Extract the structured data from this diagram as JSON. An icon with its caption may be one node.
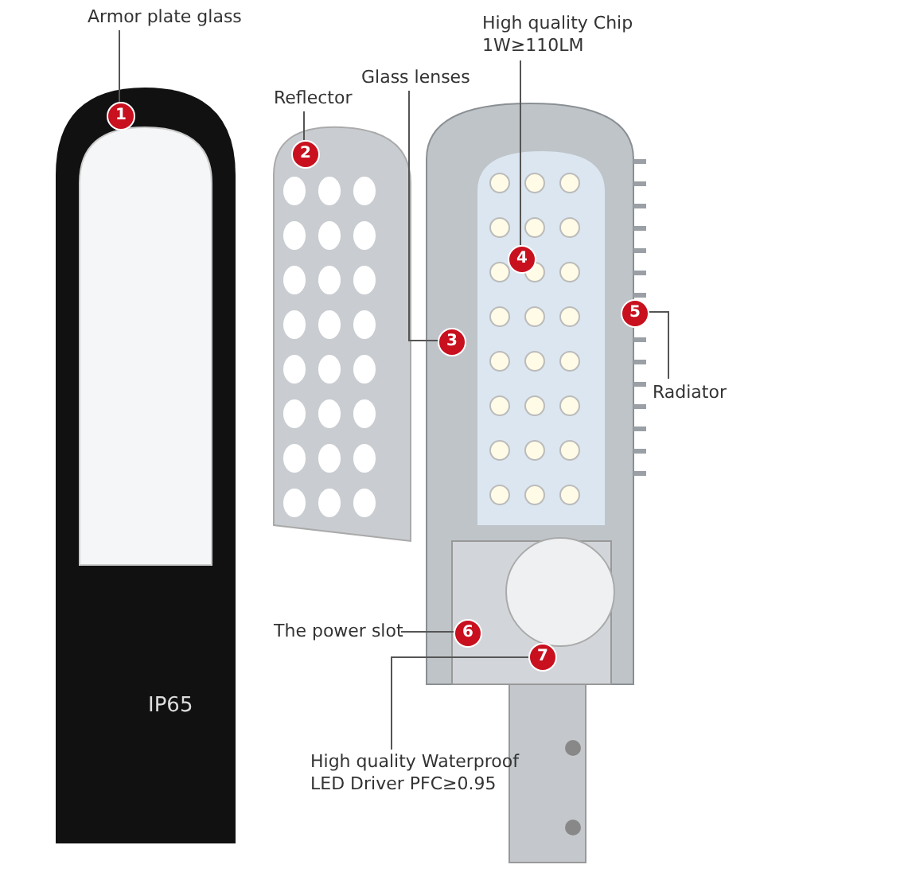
{
  "diagram": {
    "nodes": [
      {
        "text": [
          "Armor plate glass"
        ]
      },
      {
        "text": [
          "1"
        ]
      },
      {
        "text": [
          "Reflector"
        ]
      },
      {
        "text": [
          "2"
        ]
      },
      {
        "text": [
          "Glass lenses"
        ]
      },
      {
        "text": [
          "3"
        ]
      },
      {
        "text": [
          "High quality Chip 1W≥110LM"
        ]
      },
      {
        "text": [
          "4"
        ]
      },
      {
        "text": [
          "5"
        ]
      },
      {
        "text": [
          "Radiator"
        ]
      },
      {
        "text": [
          "The power slot"
        ]
      },
      {
        "text": [
          "6"
        ]
      },
      {
        "text": [
          "High quality Waterproof LED Driver PFC≥0.95"
        ]
      },
      {
        "text": [
          "7"
        ]
      }
    ],
    "edges": [
      {
        "from": 0,
        "to": 1,
        "arrow": "none"
      },
      {
        "from": 2,
        "to": 3,
        "arrow": "none"
      },
      {
        "from": 4,
        "to": 5,
        "arrow": "none"
      },
      {
        "from": 6,
        "to": 7,
        "arrow": "none"
      },
      {
        "from": 9,
        "to": 8,
        "arrow": "none"
      },
      {
        "from": 10,
        "to": 11,
        "arrow": "none"
      },
      {
        "from": 12,
        "to": 13,
        "arrow": "none"
      }
    ],
    "labels": [
      "IP65"
    ]
  }
}
